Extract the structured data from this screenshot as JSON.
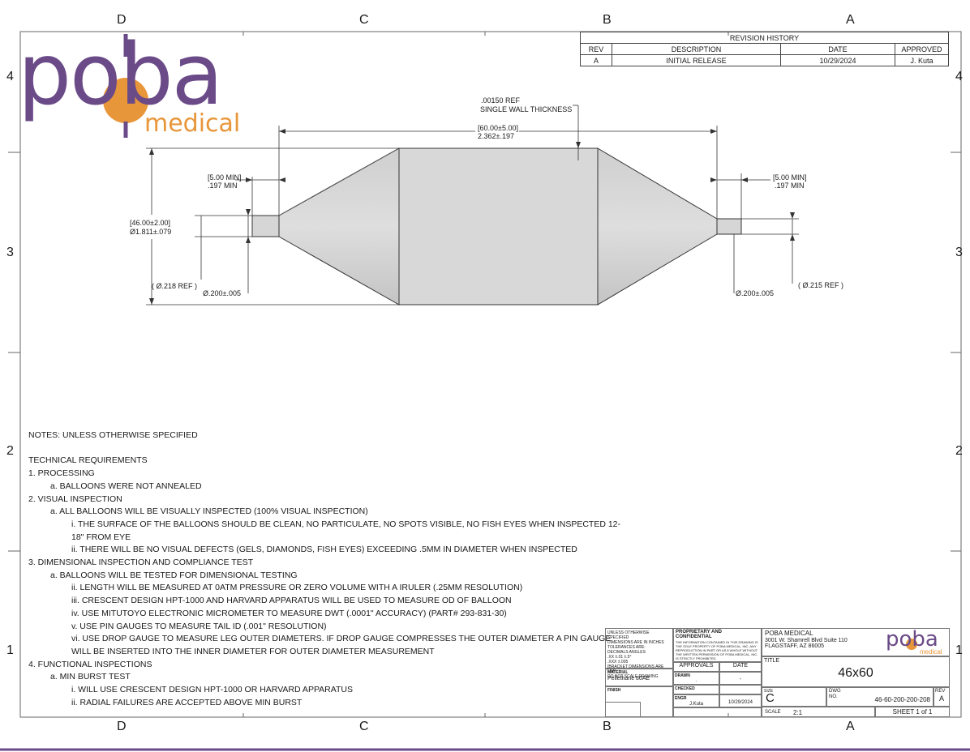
{
  "zones": {
    "columns": [
      "D",
      "C",
      "B",
      "A"
    ],
    "rows": [
      "4",
      "3",
      "2",
      "1"
    ]
  },
  "logo": {
    "main": "poba",
    "sub": "medical",
    "colors": {
      "purple": "#6b4a88",
      "orange": "#e8963a"
    }
  },
  "revision": {
    "title": "REVISION HISTORY",
    "headers": [
      "REV",
      "DESCRIPTION",
      "DATE",
      "APPROVED"
    ],
    "rows": [
      [
        "A",
        "INITIAL RELEASE",
        "10/29/2024",
        "J. Kuta"
      ]
    ]
  },
  "dimensions": {
    "wall_line1": ".00150 REF",
    "wall_line2": "SINGLE WALL THICKNESS",
    "length_mm": "[60.00±5.00]",
    "length_in": "2.362±.197",
    "left_leg_mm": "[5.00 MIN]",
    "left_leg_in": ".197 MIN",
    "right_leg_mm": "[5.00 MIN]",
    "right_leg_in": ".197 MIN",
    "dia_mm": "[46.00±2.00]",
    "dia_in": "Ø1.811±.079",
    "left_id": "( Ø.218 REF )",
    "left_od": "Ø.200±.005",
    "right_od": "Ø.200±.005",
    "right_id": "( Ø.215 REF )"
  },
  "notes": {
    "heading": "NOTES: UNLESS OTHERWISE SPECIFIED",
    "lines": [
      {
        "level": 0,
        "text": ""
      },
      {
        "level": 0,
        "text": "TECHNICAL REQUIREMENTS"
      },
      {
        "level": 0,
        "text": "1. PROCESSING"
      },
      {
        "level": 1,
        "text": "a. BALLOONS WERE NOT ANNEALED"
      },
      {
        "level": 0,
        "text": "2. VISUAL INSPECTION"
      },
      {
        "level": 1,
        "text": "a. ALL BALLOONS WILL BE VISUALLY INSPECTED (100% VISUAL INSPECTION)"
      },
      {
        "level": 2,
        "text": "i. THE SURFACE OF THE BALLOONS SHOULD BE CLEAN, NO PARTICULATE, NO SPOTS VISIBLE, NO FISH EYES WHEN INSPECTED 12-"
      },
      {
        "level": 2,
        "text": "18\" FROM EYE"
      },
      {
        "level": 2,
        "text": "ii. THERE WILL BE NO VISUAL DEFECTS (GELS, DIAMONDS, FISH EYES) EXCEEDING .5MM IN DIAMETER WHEN INSPECTED"
      },
      {
        "level": 0,
        "text": "3. DIMENSIONAL INSPECTION AND COMPLIANCE TEST"
      },
      {
        "level": 1,
        "text": "a. BALLOONS WILL BE TESTED FOR DIMENSIONAL TESTING"
      },
      {
        "level": 2,
        "text": "ii. LENGTH WILL BE MEASURED AT 0ATM PRESSURE OR ZERO VOLUME WITH A IRULER (.25MM RESOLUTION)"
      },
      {
        "level": 2,
        "text": "iii. CRESCENT DESIGN HPT-1000 AND HARVARD APPARATUS WILL BE USED TO MEASURE OD OF BALLOON"
      },
      {
        "level": 2,
        "text": "iv. USE MITUTOYO ELECTRONIC MICROMETER TO MEASURE DWT (.0001\" ACCURACY) (PART# 293-831-30)"
      },
      {
        "level": 2,
        "text": "v. USE PIN GAUGES TO MEASURE TAIL ID (.001\" RESOLUTION)"
      },
      {
        "level": 2,
        "text": "vi. USE DROP GAUGE TO MEASURE LEG OUTER DIAMETERS. IF DROP GAUGE COMPRESSES THE OUTER DIAMETER A PIN GAUGE"
      },
      {
        "level": 2,
        "text": "WILL BE INSERTED INTO THE INNER DIAMETER FOR OUTER DIAMETER MEASUREMENT"
      },
      {
        "level": 0,
        "text": "4. FUNCTIONAL INSPECTIONS"
      },
      {
        "level": 1,
        "text": "a. MIN BURST TEST"
      },
      {
        "level": 2,
        "text": "i. WILL USE CRESCENT DESIGN HPT-1000 OR HARVARD APPARATUS"
      },
      {
        "level": 2,
        "text": "ii. RADIAL FAILURES ARE ACCEPTED ABOVE MIN BURST"
      }
    ]
  },
  "title_block": {
    "tolerances": [
      "UNLESS OTHERWISE SPECIFIED",
      "DIMENSIONS ARE IN INCHES",
      "TOLERANCES ARE:",
      "DECIMALS   ANGLES",
      ".XX ±.01      ±.5°",
      ".XXX ±.005",
      "[BRACKET DIMENSIONS ARE MM]",
      "DO NOT SCALE DRAWING"
    ],
    "material_label": "MATERIAL",
    "material": "Pellethane 80AE",
    "finish_label": "FINISH",
    "proprietary_title": "PROPRIETARY AND CONFIDENTIAL",
    "proprietary_text": "THE INFORMATION CONTAINED IN THIS DRAWING IS THE SOLE PROPERTY OF POBA MEDICAL, INC. ANY REPRODUCTION IN PART OR AS A WHOLE WITHOUT THE WRITTEN PERMISSION OF POBA MEDICAL, INC. IS STRICTLY PROHIBITED.",
    "approvals": "APPROVALS",
    "date": "DATE",
    "drawn_label": "DRAWN",
    "drawn": "-",
    "drawn_date": "-",
    "checked_label": "CHECKED",
    "engr_label": "ENGR",
    "engr": "J.Kuta",
    "engr_date": "10/29/2024",
    "company": "POBA MEDICAL",
    "address1": "3001 W. Shamrell Blvd Suite 110",
    "address2": "FLAGSTAFF, AZ 86005",
    "title_label": "TITLE",
    "title": "46x60",
    "size_label": "SIZE",
    "size": "C",
    "dwg_label": "DWG\nNO.",
    "dwg_no": "46-60-200-200-208",
    "rev_label": "REV",
    "rev": "A",
    "scale_label": "SCALE",
    "scale": "2:1",
    "sheet": "SHEET 1 of 1"
  }
}
